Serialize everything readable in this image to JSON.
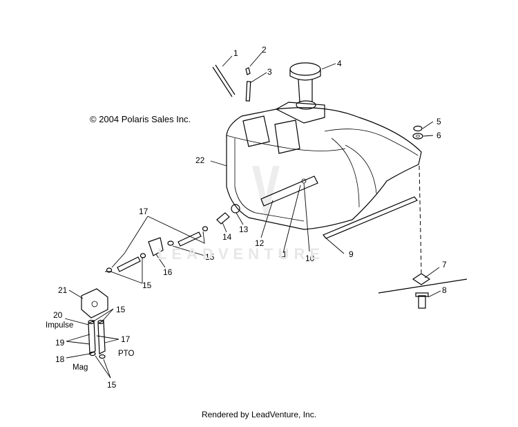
{
  "copyright": "© 2004 Polaris Sales Inc.",
  "footer": "Rendered by LeadVenture, Inc.",
  "watermark": "LEADVENTURE",
  "callouts": [
    "1",
    "2",
    "3",
    "4",
    "5",
    "6",
    "7",
    "8",
    "9",
    "10",
    "11",
    "12",
    "13",
    "14",
    "15",
    "16",
    "17",
    "18",
    "19",
    "20",
    "21",
    "22"
  ],
  "repeat_callouts": {
    "c15": "15",
    "c17": "17",
    "c19": "19"
  },
  "side_labels": {
    "impulse": "Impulse",
    "pto": "PTO",
    "mag": "Mag"
  }
}
